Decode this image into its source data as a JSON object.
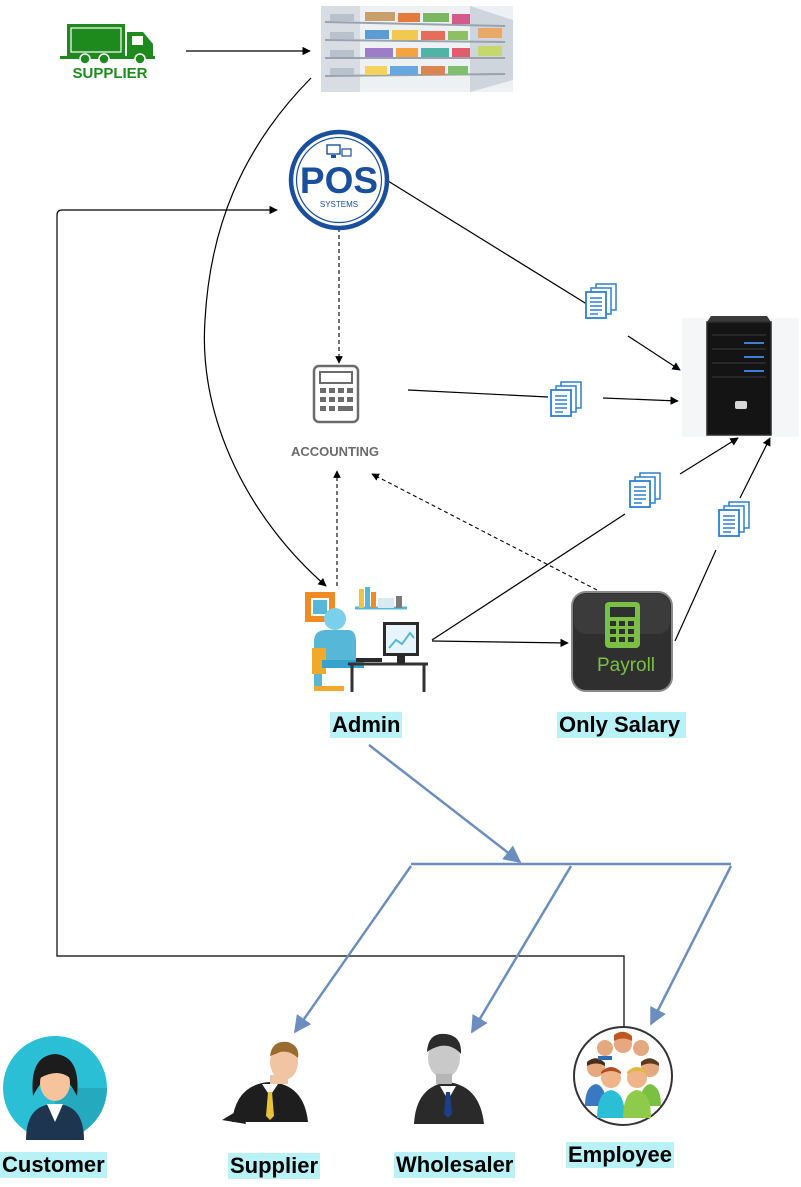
{
  "nodes": {
    "supplier_truck": {
      "label": "SUPPLIER"
    },
    "pos": {
      "title": "POS",
      "subtitle": "SYSTEMS"
    },
    "accounting": {
      "label": "ACCOUNTING"
    },
    "admin": {
      "label": "Admin"
    },
    "payroll": {
      "title": "Payroll",
      "label": "Only Salary"
    },
    "customer": {
      "label": "Customer"
    },
    "supplier": {
      "label": "Supplier"
    },
    "wholesaler": {
      "label": "Wholesaler"
    },
    "employee": {
      "label": "Employee"
    }
  },
  "colors": {
    "truck_green": "#1e8a1e",
    "pos_blue": "#1a4f9c",
    "label_bg": "#b8f2f6",
    "doc_blue": "#2e7fd0",
    "flow_blue": "#6c8ebf",
    "payroll_green": "#7ac043",
    "customer_teal": "#2bbfd6"
  },
  "icons": [
    "truck-icon",
    "shelves-image",
    "pos-logo",
    "document-stack-icon",
    "server-icon",
    "calculator-icon",
    "admin-desk-icon",
    "payroll-icon",
    "customer-avatar",
    "supplier-avatar",
    "wholesaler-avatar",
    "employee-group-icon"
  ]
}
